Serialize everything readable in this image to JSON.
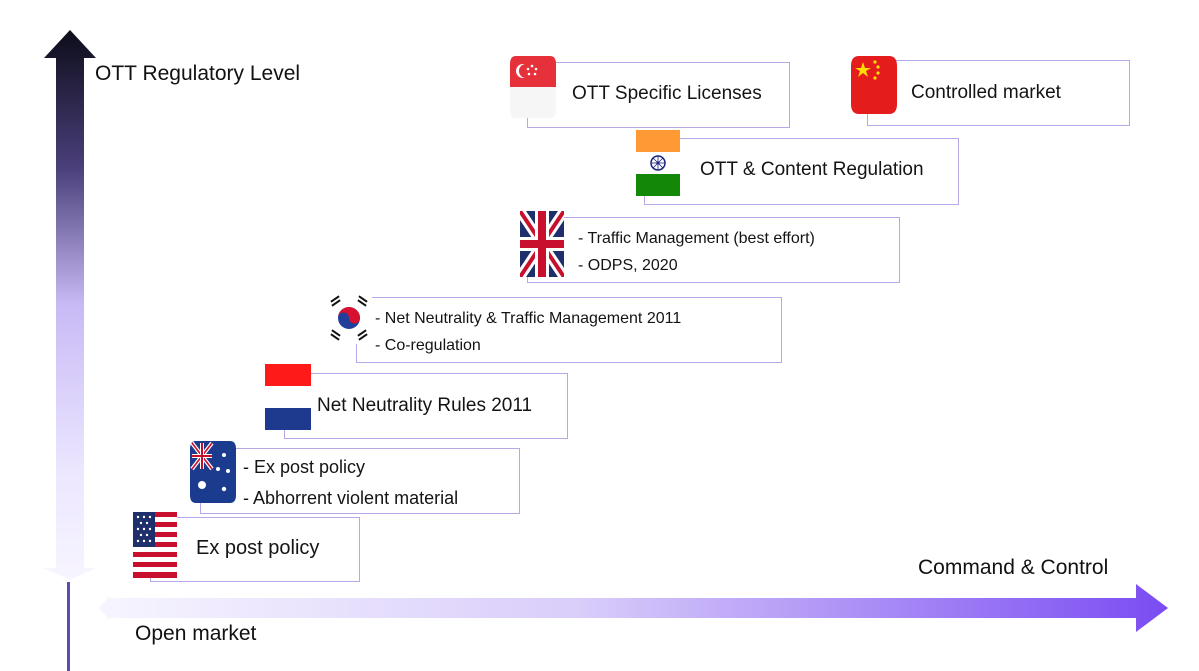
{
  "axes": {
    "y_label": "OTT Regulatory Level",
    "x_start_label": "Open market",
    "x_end_label": "Command & Control"
  },
  "entries": [
    {
      "country_flag": "usa-flag",
      "lines": [
        "Ex post policy"
      ]
    },
    {
      "country_flag": "australia-flag",
      "lines": [
        "- Ex post policy",
        "- Abhorrent violent material"
      ]
    },
    {
      "country_flag": "netherlands-flag",
      "lines": [
        "Net Neutrality Rules 2011"
      ]
    },
    {
      "country_flag": "south-korea-flag",
      "lines": [
        "- Net Neutrality & Traffic Management 2011",
        "- Co-regulation"
      ]
    },
    {
      "country_flag": "uk-flag",
      "lines": [
        "- Traffic Management (best effort)",
        "- ODPS, 2020"
      ]
    },
    {
      "country_flag": "india-flag",
      "lines": [
        "OTT & Content Regulation"
      ]
    },
    {
      "country_flag": "singapore-flag",
      "lines": [
        "OTT Specific Licenses"
      ]
    },
    {
      "country_flag": "china-flag",
      "lines": [
        "Controlled market"
      ]
    }
  ],
  "colors": {
    "box_border": "#b9a6e6",
    "y_axis_top": "#0d0d1a",
    "y_axis_mid": "#c8baf5",
    "x_axis_start": "#f4f0ff",
    "x_axis_end": "#7a4cf2"
  }
}
